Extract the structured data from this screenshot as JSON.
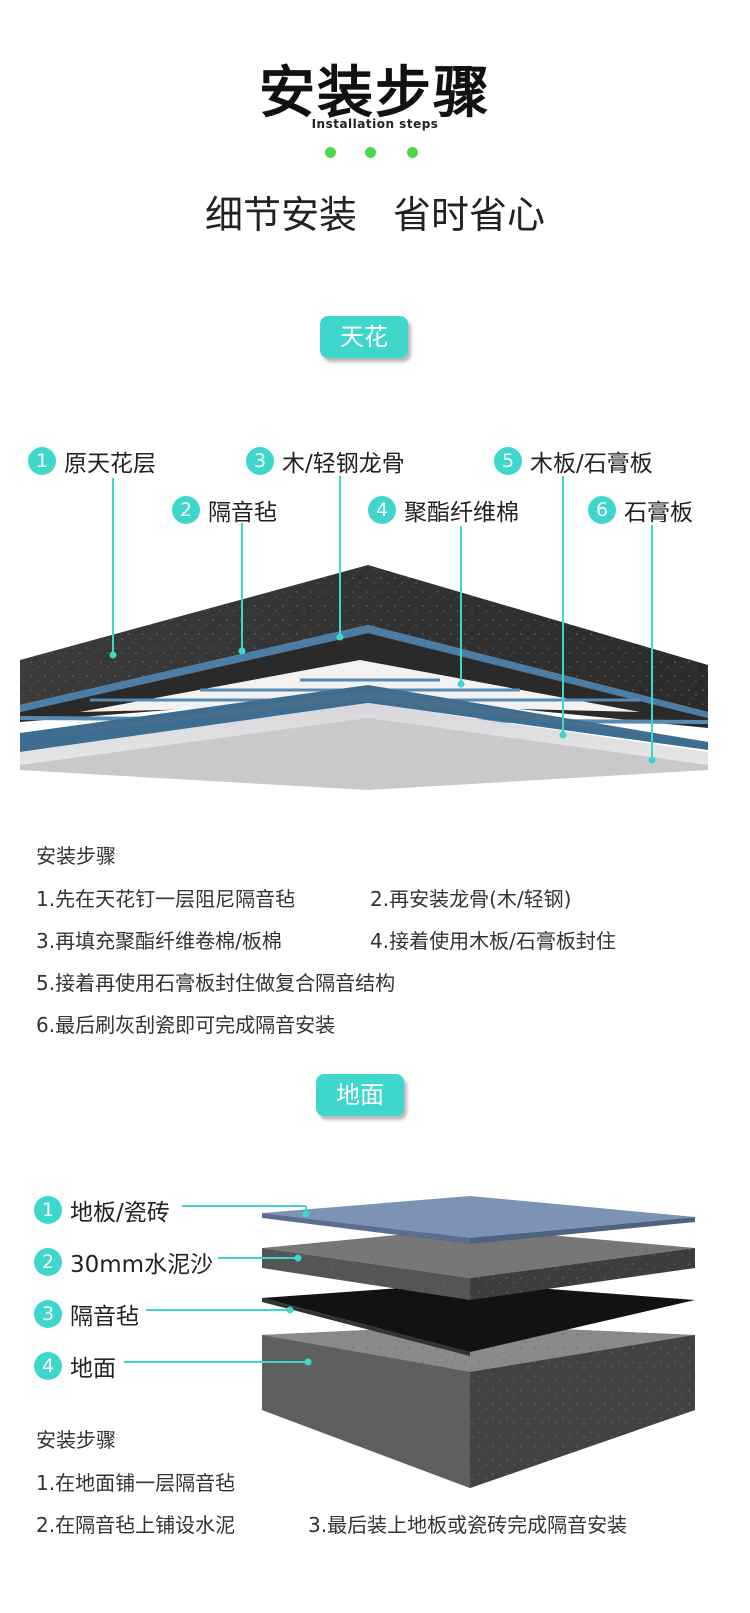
{
  "header": {
    "title": "安装步骤",
    "subtitle": "Installation steps",
    "slogan": [
      "细节安装",
      "省时省心"
    ]
  },
  "ceiling": {
    "badge": "天花",
    "labels": [
      {
        "num": "1",
        "text": "原天花层"
      },
      {
        "num": "2",
        "text": "隔音毡"
      },
      {
        "num": "3",
        "text": "木/轻钢龙骨"
      },
      {
        "num": "4",
        "text": "聚酯纤维棉"
      },
      {
        "num": "5",
        "text": "木板/石膏板"
      },
      {
        "num": "6",
        "text": "石膏板"
      }
    ],
    "steps_title": "安装步骤",
    "steps": [
      "1.先在天花钉一层阻尼隔音毡",
      "2.再安装龙骨(木/轻钢)",
      "3.再填充聚酯纤维卷棉/板棉",
      "4.接着使用木板/石膏板封住",
      "5.接着再使用石膏板封住做复合隔音结构",
      "6.最后刷灰刮瓷即可完成隔音安装"
    ]
  },
  "floor": {
    "badge": "地面",
    "labels": [
      {
        "num": "1",
        "text": "地板/瓷砖"
      },
      {
        "num": "2",
        "text": "30mm水泥沙"
      },
      {
        "num": "3",
        "text": "隔音毡"
      },
      {
        "num": "4",
        "text": "地面"
      }
    ],
    "steps_title": "安装步骤",
    "steps": [
      "1.在地面铺一层隔音毡",
      "2.在隔音毡上铺设水泥",
      "3.最后装上地板或瓷砖完成隔音安装"
    ]
  },
  "colors": {
    "accent": "#3fd6cb",
    "dots": "#4ad94a"
  }
}
